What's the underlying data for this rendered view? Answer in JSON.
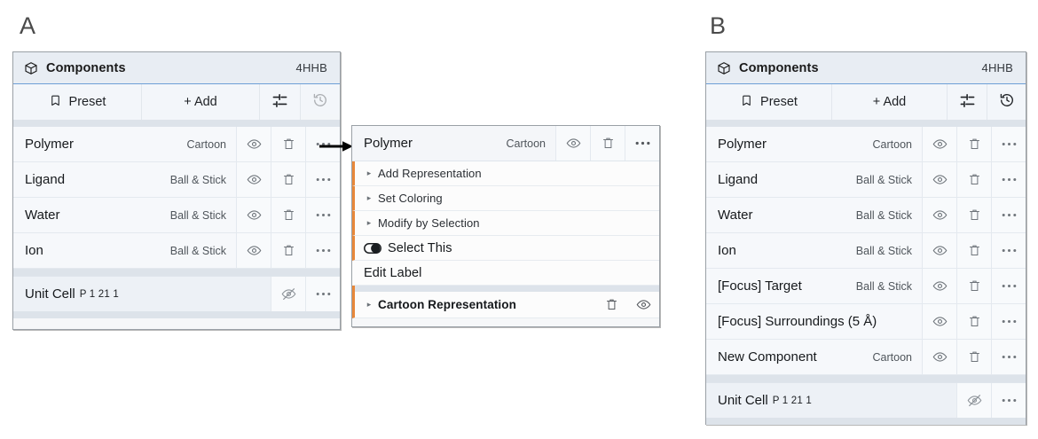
{
  "figure": {
    "label_a": "A",
    "label_b": "B"
  },
  "panel_a": {
    "header": {
      "title": "Components",
      "entry_id": "4HHB",
      "icon": "cube-icon"
    },
    "toolbar": {
      "preset_label": "Preset",
      "add_label": "+ Add",
      "settings_icon": "sliders-icon",
      "history_icon": "history-icon",
      "history_disabled": true
    },
    "rows": [
      {
        "name": "Polymer",
        "representation": "Cartoon",
        "visible": true
      },
      {
        "name": "Ligand",
        "representation": "Ball & Stick",
        "visible": true
      },
      {
        "name": "Water",
        "representation": "Ball & Stick",
        "visible": true
      },
      {
        "name": "Ion",
        "representation": "Ball & Stick",
        "visible": true
      }
    ],
    "unit_cell": {
      "name": "Unit Cell",
      "symmetry": "P 1 21 1",
      "visible": false
    }
  },
  "context_menu": {
    "row": {
      "name": "Polymer",
      "representation": "Cartoon"
    },
    "items": [
      {
        "label": "Add Representation",
        "expandable": true,
        "style": "normal"
      },
      {
        "label": "Set Coloring",
        "expandable": true,
        "style": "normal"
      },
      {
        "label": "Modify by Selection",
        "expandable": true,
        "style": "normal"
      },
      {
        "label": "Select This",
        "expandable": false,
        "style": "toggle"
      },
      {
        "label": "Edit Label",
        "expandable": false,
        "style": "plain"
      }
    ],
    "representation_item": {
      "label": "Cartoon Representation",
      "expandable": true
    }
  },
  "panel_b": {
    "header": {
      "title": "Components",
      "entry_id": "4HHB",
      "icon": "cube-icon"
    },
    "toolbar": {
      "preset_label": "Preset",
      "add_label": "+ Add",
      "settings_icon": "sliders-icon",
      "history_icon": "history-icon",
      "history_disabled": false
    },
    "rows": [
      {
        "name": "Polymer",
        "representation": "Cartoon",
        "visible": true
      },
      {
        "name": "Ligand",
        "representation": "Ball & Stick",
        "visible": true
      },
      {
        "name": "Water",
        "representation": "Ball & Stick",
        "visible": true
      },
      {
        "name": "Ion",
        "representation": "Ball & Stick",
        "visible": true
      },
      {
        "name": "[Focus] Target",
        "representation": "Ball & Stick",
        "visible": true
      },
      {
        "name": "[Focus] Surroundings (5 Å)",
        "representation": "",
        "visible": true
      },
      {
        "name": "New Component",
        "representation": "Cartoon",
        "visible": true
      }
    ],
    "unit_cell": {
      "name": "Unit Cell",
      "symmetry": "P 1 21 1",
      "visible": false
    }
  },
  "colors": {
    "panel_bg": "#f6f7f9",
    "header_bg": "#e8edf3",
    "header_underline": "#6d9fd6",
    "accent_orange": "#e8883a",
    "row_bg": "#f6f8fb",
    "text": "#16191c"
  }
}
